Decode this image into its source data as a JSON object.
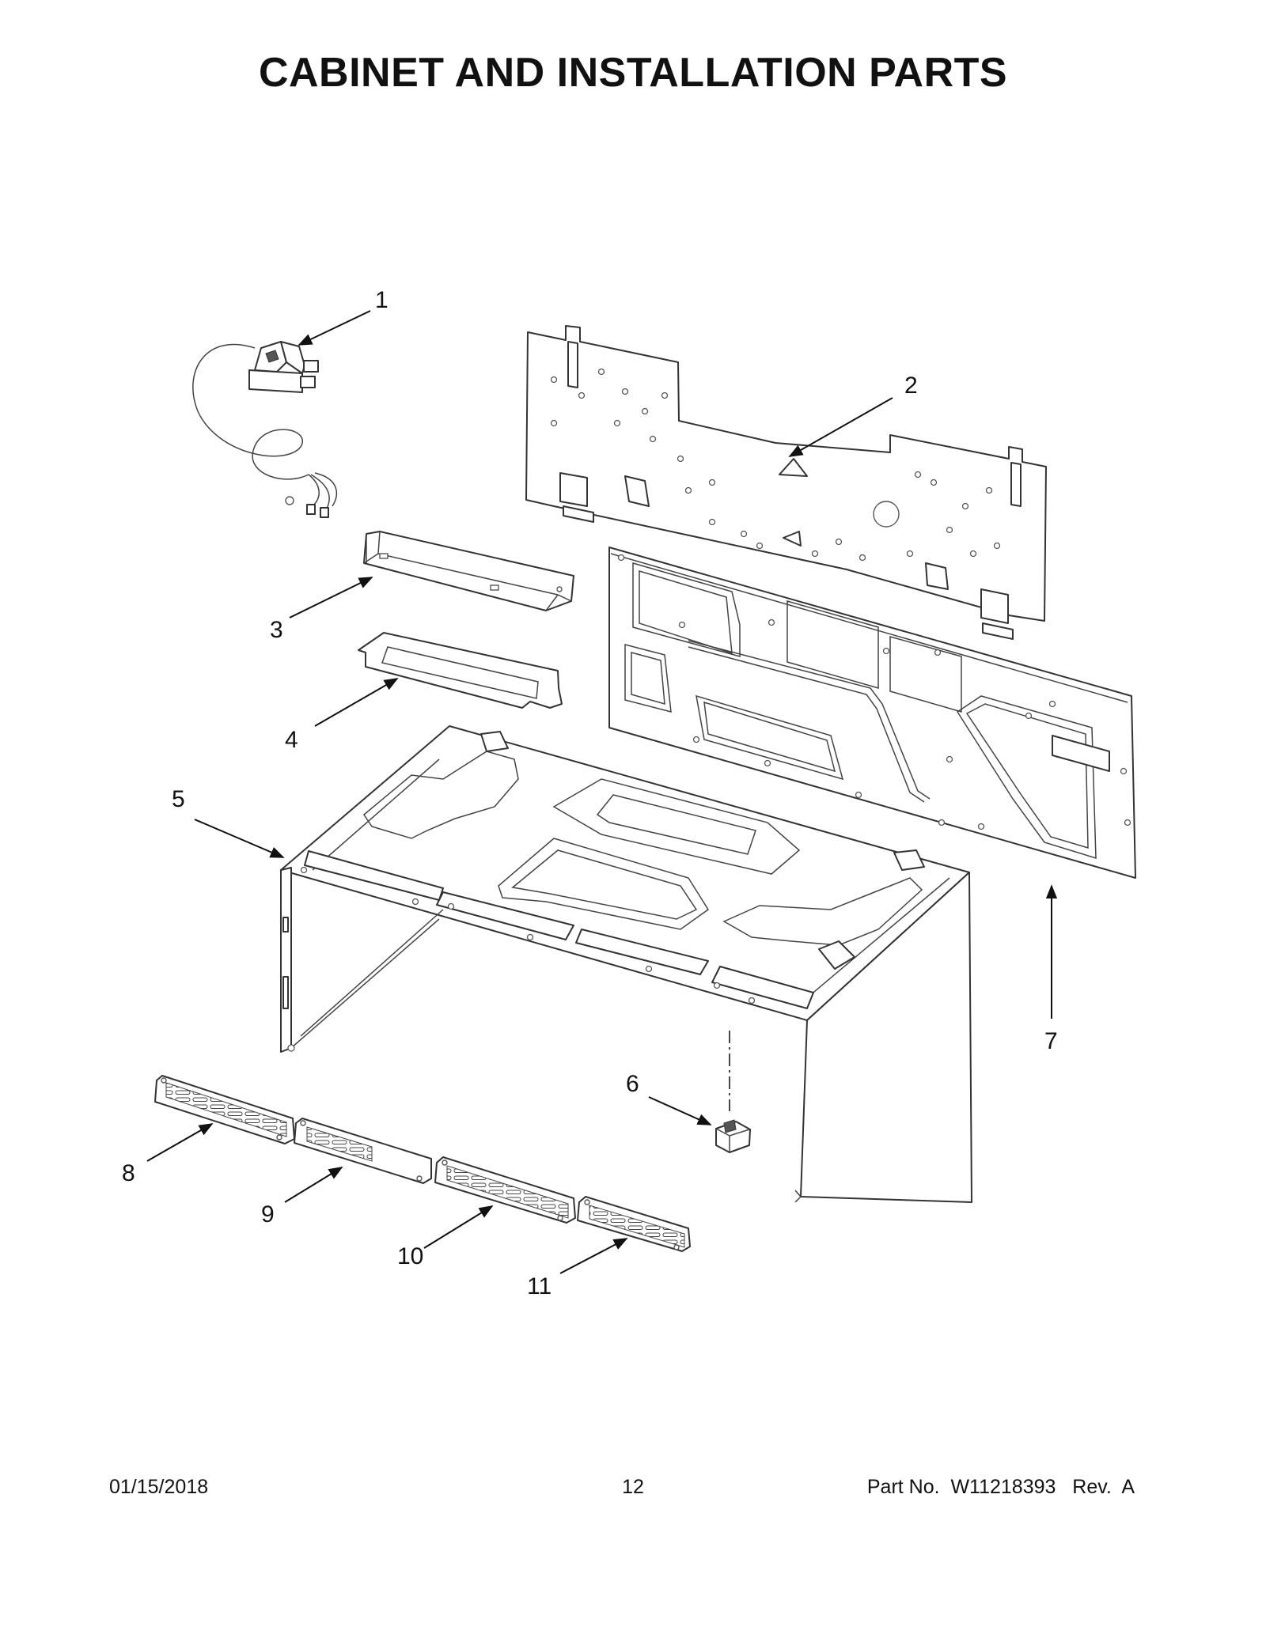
{
  "page": {
    "title": "CABINET AND INSTALLATION PARTS",
    "footer": {
      "date": "01/15/2018",
      "page_number": "12",
      "part_number": "Part No.  W11218393   Rev.  A"
    }
  },
  "callouts": [
    "1",
    "2",
    "3",
    "4",
    "5",
    "6",
    "7",
    "8",
    "9",
    "10",
    "11"
  ]
}
